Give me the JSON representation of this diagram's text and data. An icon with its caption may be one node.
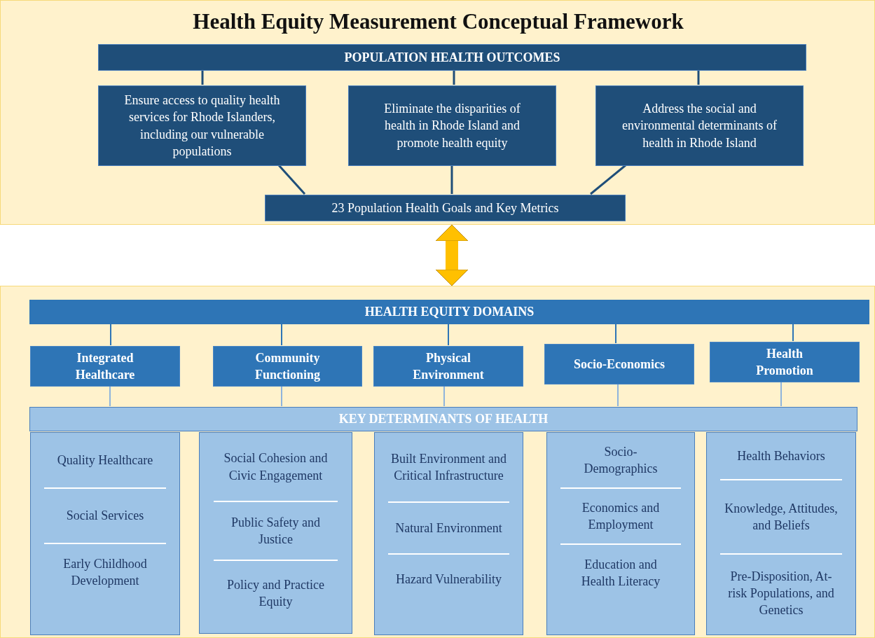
{
  "diagram": {
    "title": "Health Equity Measurement Conceptual Framework",
    "nodes": [
      {
        "text": [],
        "shape": "box"
      },
      {
        "text": [
          "POPULATION HEALTH OUTCOMES"
        ],
        "in": 0
      },
      {
        "text": [
          "Ensure access to quality health services for Rhode Islanders, including our vulnerable populations"
        ],
        "in": 0
      },
      {
        "text": [
          "Eliminate the disparities of health in Rhode Island and promote health equity"
        ],
        "in": 0
      },
      {
        "text": [
          "Address the social and environmental determinants of health in Rhode Island"
        ],
        "in": 0
      },
      {
        "text": [
          "23 Population Health Goals and Key Metrics"
        ],
        "in": 0
      },
      {
        "text": [],
        "shape": "box"
      },
      {
        "text": [
          "HEALTH EQUITY DOMAINS"
        ],
        "in": 6
      },
      {
        "text": [
          "Integrated Healthcare"
        ],
        "in": 6
      },
      {
        "text": [
          "Community Functioning"
        ],
        "in": 6
      },
      {
        "text": [
          "Physical Environment"
        ],
        "in": 6
      },
      {
        "text": [
          "Socio-Economics"
        ],
        "in": 6
      },
      {
        "text": [
          "Health Promotion"
        ],
        "in": 6
      },
      {
        "text": [
          "KEY DETERMINANTS OF HEALTH"
        ],
        "in": 6
      },
      {
        "text": [
          "Quality Healthcare",
          "Social Services",
          "Early Childhood Development"
        ],
        "in": 6
      },
      {
        "text": [
          "Social Cohesion and Civic Engagement",
          "Public Safety and Justice",
          "Policy and Practice Equity"
        ],
        "in": 6
      },
      {
        "text": [
          "Built Environment and Critical Infrastructure",
          "Natural Environment",
          "Hazard Vulnerability"
        ],
        "in": 6
      },
      {
        "text": [
          "Socio-Demographics",
          "Economics and Employment",
          "Education and Health Literacy"
        ],
        "in": 6
      },
      {
        "text": [
          "Health Behaviors",
          "Knowledge, Attitudes, and Beliefs",
          "Pre-Disposition, At-risk Populations, and Genetics"
        ],
        "in": 6
      }
    ],
    "edges": [
      {
        "from": 1,
        "to": 2,
        "arrow": "none"
      },
      {
        "from": 1,
        "to": 3,
        "arrow": "none"
      },
      {
        "from": 1,
        "to": 4,
        "arrow": "none"
      },
      {
        "from": 2,
        "to": 5,
        "arrow": "none"
      },
      {
        "from": 3,
        "to": 5,
        "arrow": "none"
      },
      {
        "from": 4,
        "to": 5,
        "arrow": "none"
      },
      {
        "from": 0,
        "to": 6,
        "arrow": "both",
        "style": "thick",
        "color": "#ffc000"
      },
      {
        "from": 7,
        "to": 8,
        "arrow": "none",
        "color": "#2e75b6"
      },
      {
        "from": 7,
        "to": 9,
        "arrow": "none",
        "color": "#2e75b6"
      },
      {
        "from": 7,
        "to": 10,
        "arrow": "none",
        "color": "#2e75b6"
      },
      {
        "from": 7,
        "to": 11,
        "arrow": "none",
        "color": "#2e75b6"
      },
      {
        "from": 7,
        "to": 12,
        "arrow": "none",
        "color": "#2e75b6"
      },
      {
        "from": 8,
        "to": 13,
        "arrow": "none",
        "color": "#8fb4dc"
      },
      {
        "from": 9,
        "to": 13,
        "arrow": "none",
        "color": "#8fb4dc"
      },
      {
        "from": 10,
        "to": 13,
        "arrow": "none",
        "color": "#8fb4dc"
      },
      {
        "from": 11,
        "to": 13,
        "arrow": "none",
        "color": "#8fb4dc"
      },
      {
        "from": 12,
        "to": 13,
        "arrow": "none",
        "color": "#8fb4dc"
      }
    ]
  }
}
